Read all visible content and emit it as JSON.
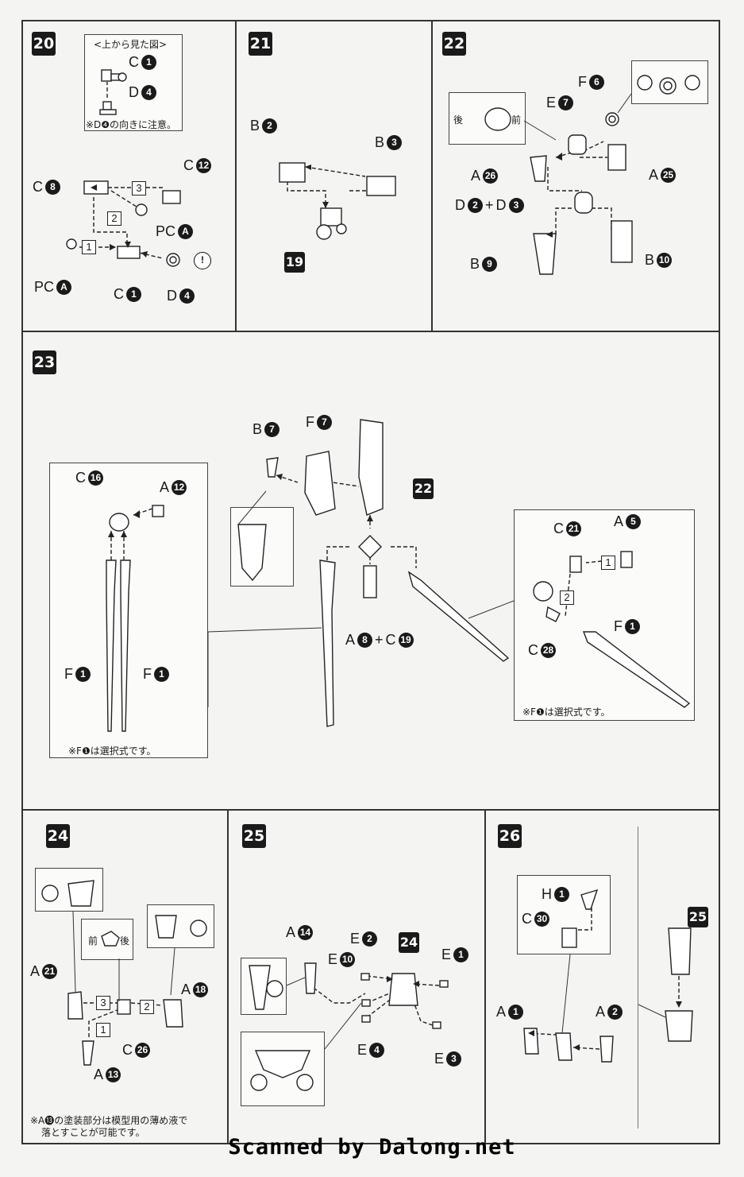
{
  "steps": {
    "s20": "20",
    "s21": "21",
    "s22": "22",
    "s23": "23",
    "s24": "24",
    "s25": "25",
    "s26": "26"
  },
  "step20": {
    "top_view_caption": "<上から見た図>",
    "c1": "C",
    "c1n": "1",
    "d4": "D",
    "d4n": "4",
    "caution_note": "※D❹の向きに注意。",
    "c8": "C",
    "c8n": "8",
    "c12": "C",
    "c12n": "12",
    "pca": "PC",
    "pcan": "A",
    "pca2": "PC",
    "pca2n": "A",
    "c1b": "C",
    "c1bn": "1",
    "d4b": "D",
    "d4bn": "4",
    "order1": "1",
    "order2": "2",
    "order3": "3"
  },
  "step21": {
    "b2": "B",
    "b2n": "2",
    "b3": "B",
    "b3n": "3",
    "ref19": "19"
  },
  "step22": {
    "rear": "後",
    "front": "前",
    "f6": "F",
    "f6n": "6",
    "e7": "E",
    "e7n": "7",
    "a26": "A",
    "a26n": "26",
    "a25": "A",
    "a25n": "25",
    "d2": "D",
    "d2n": "2",
    "plus": "+",
    "d3": "D",
    "d3n": "3",
    "b9": "B",
    "b9n": "9",
    "b10": "B",
    "b10n": "10"
  },
  "step23": {
    "b7": "B",
    "b7n": "7",
    "f7": "F",
    "f7n": "7",
    "ref22": "22",
    "c16": "C",
    "c16n": "16",
    "a12": "A",
    "a12n": "12",
    "f1l": "F",
    "f1ln": "1",
    "f1r": "F",
    "f1rn": "1",
    "left_note": "※F❶は選択式です。",
    "a8": "A",
    "a8n": "8",
    "plus": "+",
    "c19": "C",
    "c19n": "19",
    "c21": "C",
    "c21n": "21",
    "a5": "A",
    "a5n": "5",
    "f1": "F",
    "f1n": "1",
    "c28": "C",
    "c28n": "28",
    "right_note": "※F❶は選択式です。",
    "order1": "1",
    "order2": "2"
  },
  "step24": {
    "front": "前",
    "rear": "後",
    "a21": "A",
    "a21n": "21",
    "a18": "A",
    "a18n": "18",
    "c26": "C",
    "c26n": "26",
    "a13": "A",
    "a13n": "13",
    "order1": "1",
    "order2": "2",
    "order3": "3",
    "note_line1": "※A⓭の塗装部分は模型用の薄め液で",
    "note_line2": "落とすことが可能です。"
  },
  "step25": {
    "a14": "A",
    "a14n": "14",
    "e2": "E",
    "e2n": "2",
    "ref24": "24",
    "e1": "E",
    "e1n": "1",
    "e10": "E",
    "e10n": "10",
    "e4": "E",
    "e4n": "4",
    "e3": "E",
    "e3n": "3"
  },
  "step26": {
    "h1": "H",
    "h1n": "1",
    "c30": "C",
    "c30n": "30",
    "a1": "A",
    "a1n": "1",
    "a2": "A",
    "a2n": "2",
    "ref25": "25"
  },
  "watermark": "Scanned by Dalong.net"
}
